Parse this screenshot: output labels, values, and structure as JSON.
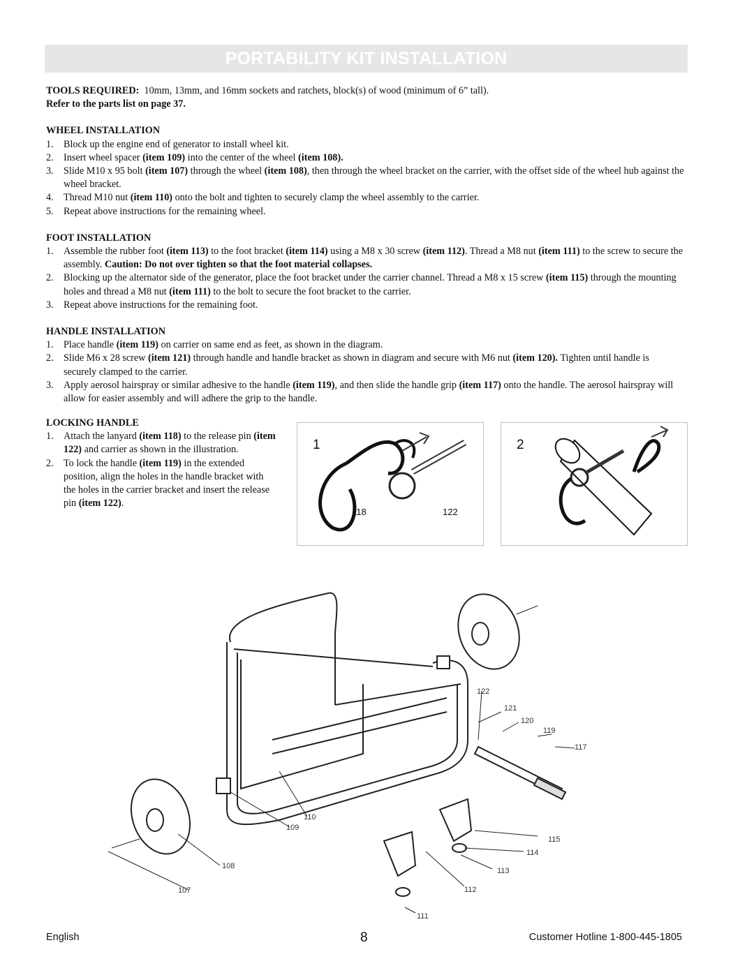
{
  "title": "PORTABILITY KIT INSTALLATION",
  "tools": {
    "label": "TOOLS  REQUIRED:",
    "text": "10mm, 13mm, and 16mm sockets and ratchets, block(s) of wood (minimum of 6” tall).",
    "refer": "Refer to the parts list on page 37."
  },
  "wheel": {
    "heading": "WHEEL INSTALLATION",
    "s1": "Block up the engine end of generator to install wheel kit.",
    "s2a": "Insert wheel spacer ",
    "s2b": "(item 109)",
    "s2c": " into the center of the wheel ",
    "s2d": "(item 108).",
    "s3a": "Slide M10 x 95 bolt ",
    "s3b": "(item 107)",
    "s3c": " through the wheel ",
    "s3d": "(item 108)",
    "s3e": ", then through the wheel bracket on the carrier, with the offset side of the wheel hub against the wheel bracket.",
    "s4a": "Thread M10 nut ",
    "s4b": "(item 110)",
    "s4c": " onto the bolt and tighten to securely clamp the wheel assembly to the carrier.",
    "s5": "Repeat above instructions for the remaining wheel."
  },
  "foot": {
    "heading": "FOOT INSTALLATION",
    "s1a": "Assemble the rubber foot ",
    "s1b": "(item 113)",
    "s1c": " to the foot bracket ",
    "s1d": "(item 114)",
    "s1e": " using a M8 x 30 screw ",
    "s1f": "(item 112)",
    "s1g": ".  Thread a M8 nut ",
    "s1h": "(item 111)",
    "s1i": " to the screw to secure the assembly.  ",
    "s1j": "Caution: Do not over tighten so that the foot material collapses.",
    "s2a": "Blocking up the alternator side of the generator, place the foot bracket under the carrier channel.  Thread a M8 x 15 screw ",
    "s2b": "(item 115)",
    "s2c": " through the mounting holes and thread a M8 nut ",
    "s2d": "(item 111)",
    "s2e": " to the bolt to secure the foot bracket to the carrier.",
    "s3": "Repeat above instructions for the remaining foot."
  },
  "handle": {
    "heading": "HANDLE INSTALLATION",
    "s1a": "Place handle ",
    "s1b": "(item 119)",
    "s1c": " on carrier on same end as feet, as shown in the diagram.",
    "s2a": "Slide M6 x 28 screw ",
    "s2b": "(item 121)",
    "s2c": " through handle and handle bracket as shown in diagram and secure with M6 nut ",
    "s2d": "(item 120).",
    "s2e": "  Tighten until handle is securely clamped to the carrier.",
    "s3a": "Apply aerosol hairspray or similar adhesive to the handle ",
    "s3b": "(item 119)",
    "s3c": ", and then slide the handle grip ",
    "s3d": "(item 117)",
    "s3e": " onto the handle.  The aerosol hairspray will allow for easier assembly and will adhere the grip to the handle."
  },
  "locking": {
    "heading": "LOCKING HANDLE",
    "s1a": "Attach the lanyard ",
    "s1b": "(item 118)",
    "s1c": " to the release pin ",
    "s1d": "(item 122)",
    "s1e": " and carrier as shown in the illustration.",
    "s2a": "To lock the handle ",
    "s2b": "(item 119)",
    "s2c": " in the extended position, align the holes in the handle bracket with the holes in the carrier bracket and insert the release pin ",
    "s2d": "(item 122)",
    "s2e": "."
  },
  "numbers": [
    "1.",
    "2.",
    "3.",
    "4.",
    "5."
  ],
  "fig1": {
    "number": "1",
    "label_lanyard": "118",
    "label_pin": "122"
  },
  "fig2": {
    "number": "2"
  },
  "exploded_labels": {
    "l122": "122",
    "l121": "121",
    "l120": "120",
    "l119": "119",
    "l117": "117",
    "l110": "110",
    "l109": "109",
    "l108": "108",
    "l107": "107",
    "l115": "115",
    "l114": "114",
    "l113": "113",
    "l112": "112",
    "l111": "111"
  },
  "footer": {
    "language": "English",
    "page": "8",
    "hotline": "Customer Hotline 1-800-445-1805"
  }
}
